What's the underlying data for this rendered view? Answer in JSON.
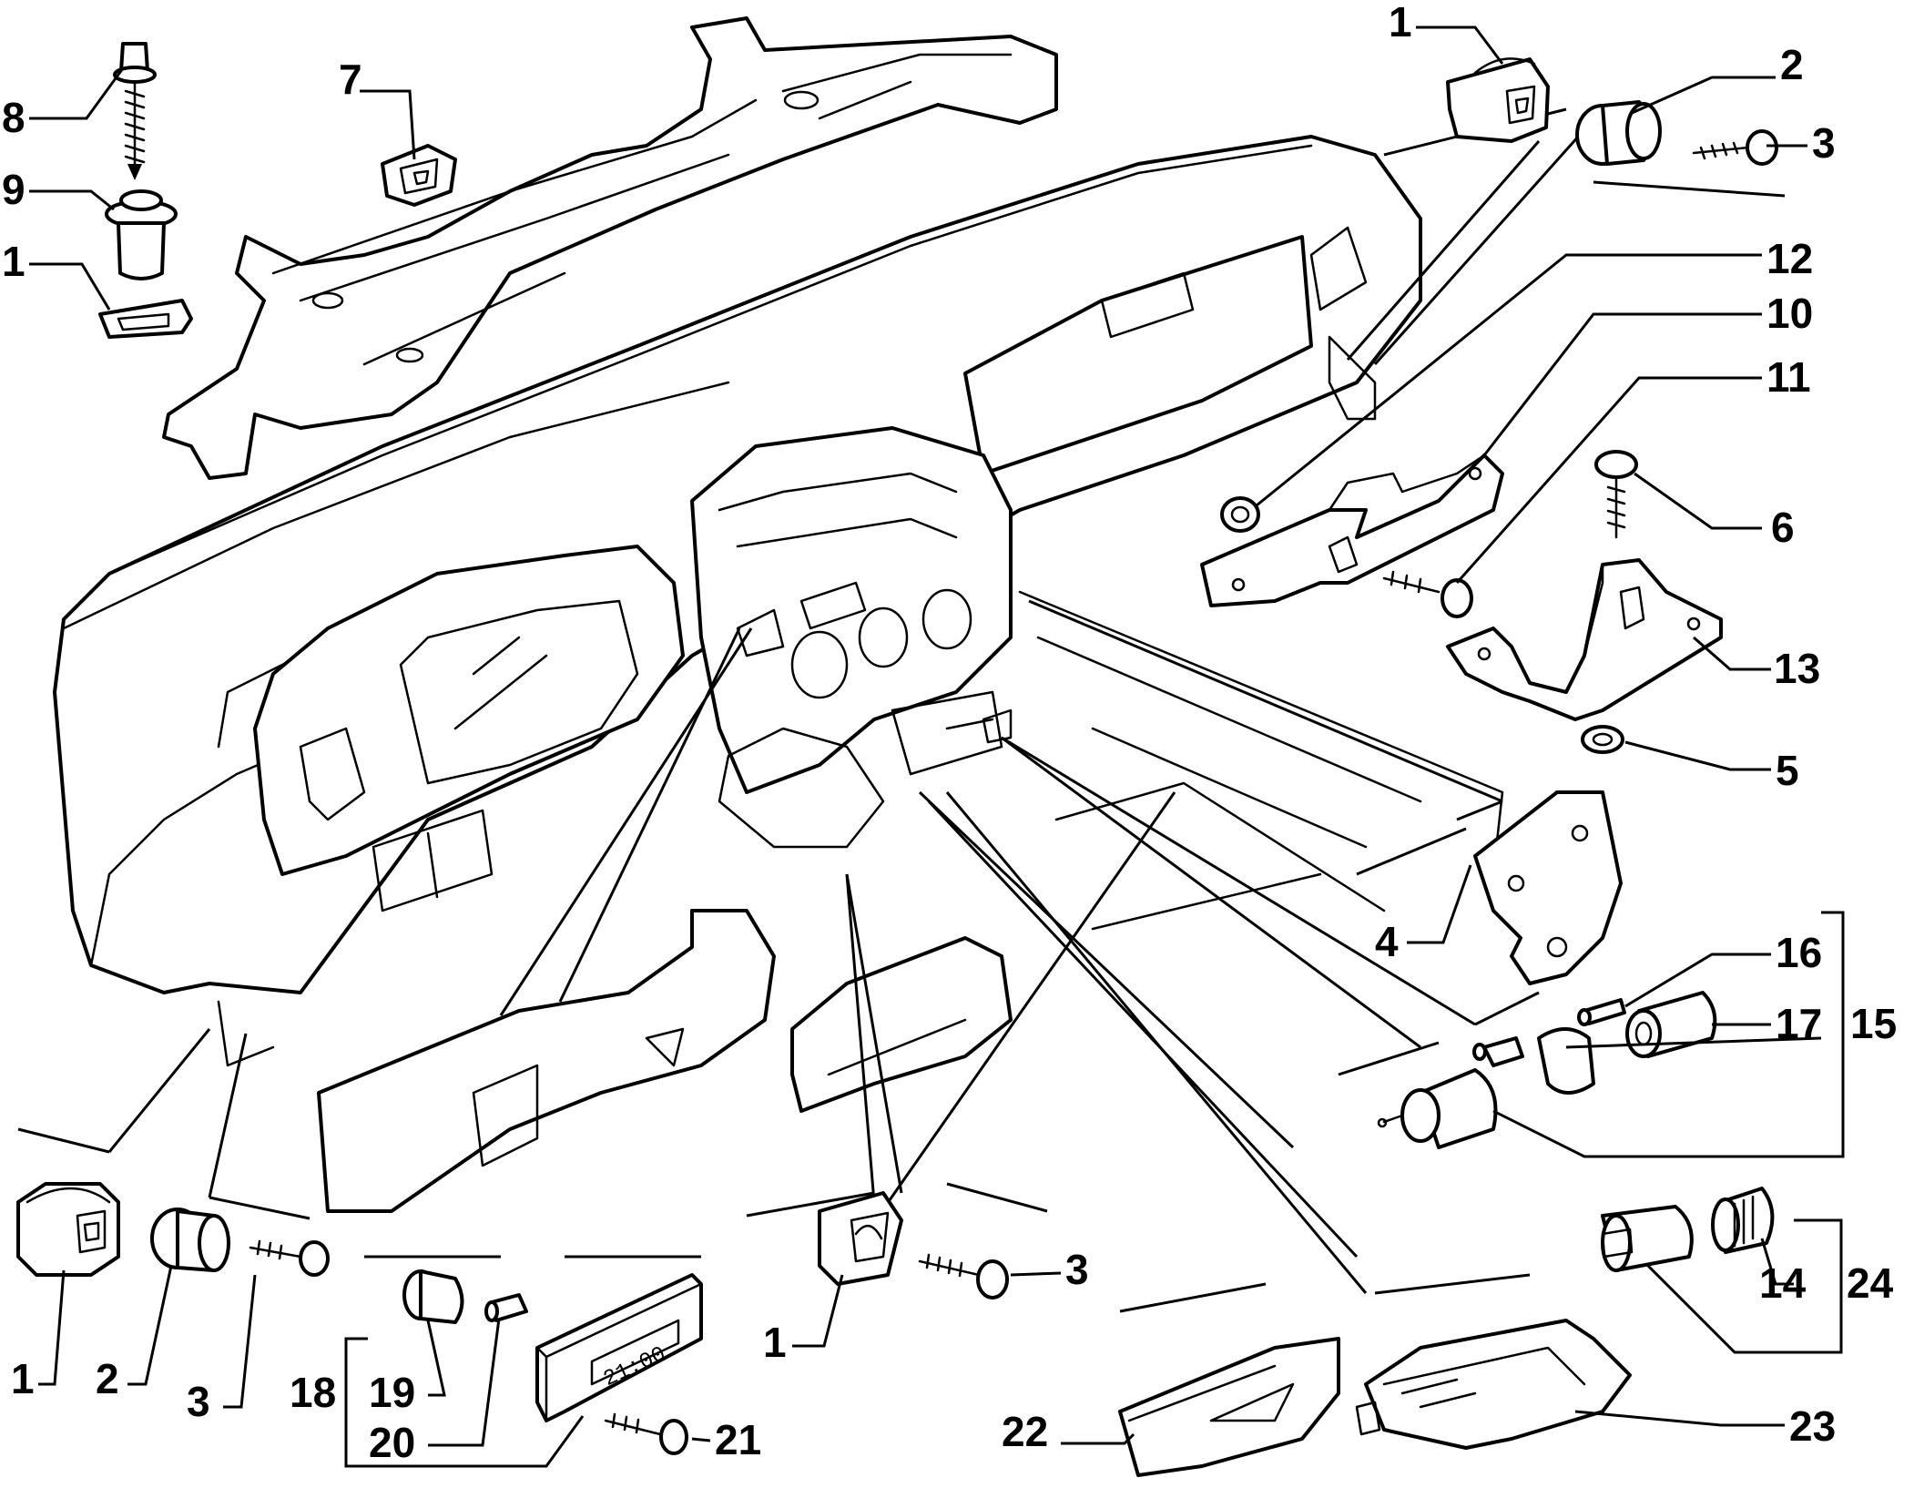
{
  "callouts": {
    "c1_top_left": "1",
    "c8": "8",
    "c9": "9",
    "c7": "7",
    "c1_top_right": "1",
    "c2_top_right": "2",
    "c3_top_right": "3",
    "c12": "12",
    "c10": "10",
    "c11": "11",
    "c6": "6",
    "c13": "13",
    "c5": "5",
    "c4": "4",
    "c16": "16",
    "c17": "17",
    "c15": "15",
    "c14": "14",
    "c24": "24",
    "c23": "23",
    "c22": "22",
    "c3_center": "3",
    "c1_center": "1",
    "c21": "21",
    "c20": "20",
    "c19": "19",
    "c18": "18",
    "c1_bottom_left": "1",
    "c2_bottom_left": "2",
    "c3_bottom_left": "3"
  },
  "clock_display": "21:00"
}
